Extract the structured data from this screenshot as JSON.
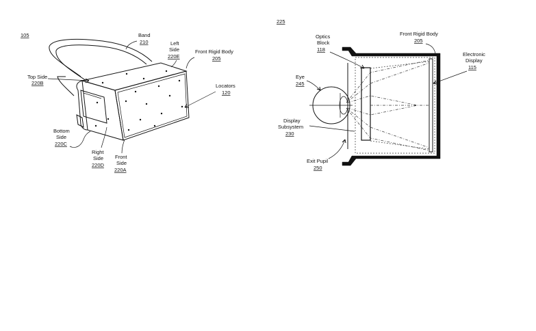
{
  "left_figure": {
    "number": "105",
    "band": {
      "name": "Band",
      "ref": "210"
    },
    "left_side": {
      "name_line1": "Left",
      "name_line2": "Side",
      "ref": "220E"
    },
    "front_rigid_body": {
      "name": "Front Rigid Body",
      "ref": "205"
    },
    "top_side": {
      "name": "Top Side",
      "ref": "220B"
    },
    "locators": {
      "name": "Locators",
      "ref": "120"
    },
    "bottom_side": {
      "name_line1": "Bottom",
      "name_line2": "Side",
      "ref": "220C"
    },
    "right_side": {
      "name_line1": "Right",
      "name_line2": "Side",
      "ref": "220D"
    },
    "front_side": {
      "name_line1": "Front",
      "name_line2": "Side",
      "ref": "220A"
    }
  },
  "right_figure": {
    "number": "225",
    "optics_block": {
      "name_line1": "Optics",
      "name_line2": "Block",
      "ref": "118"
    },
    "front_rigid_body": {
      "name": "Front Rigid Body",
      "ref": "205"
    },
    "electronic_display": {
      "name_line1": "Electronic",
      "name_line2": "Display",
      "ref": "115"
    },
    "eye": {
      "name": "Eye",
      "ref": "245"
    },
    "display_subsystem": {
      "name_line1": "Display",
      "name_line2": "Subsystem",
      "ref": "230"
    },
    "exit_pupil": {
      "name": "Exit Pupil",
      "ref": "250"
    }
  }
}
